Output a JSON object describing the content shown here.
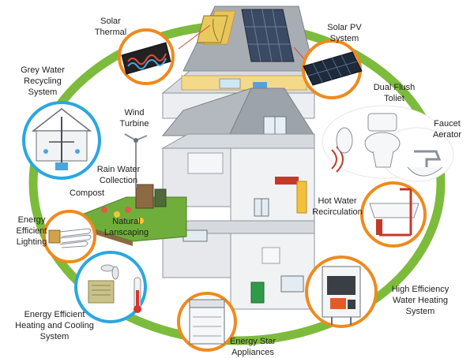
{
  "colors": {
    "ring": "#7dbb3c",
    "orange_circle": "#ef8a1e",
    "blue_circle": "#2aa7df",
    "wall": "#e4e6ea",
    "roof": "#9aa0a8",
    "grass": "#6fae3a"
  },
  "features": {
    "solar_thermal": {
      "label": "Solar\nThermal",
      "icon": "solar-thermal-collector-icon"
    },
    "solar_pv": {
      "label": "Solar PV\nSystem",
      "icon": "solar-panel-icon"
    },
    "grey_water": {
      "label": "Grey Water\nRecycling\nSystem",
      "icon": "grey-water-house-icon"
    },
    "wind_turbine": {
      "label": "Wind\nTurbine",
      "icon": "wind-turbine-icon"
    },
    "dual_flush": {
      "label": "Dual Flush\nToliet",
      "icon": "toilet-icon"
    },
    "faucet": {
      "label": "Faucet\nAerator",
      "icon": "faucet-icon"
    },
    "rain_water": {
      "label": "Rain Water\nCollection",
      "icon": "rain-barrel-icon"
    },
    "compost": {
      "label": "Compost",
      "icon": "compost-bin-icon"
    },
    "landscaping": {
      "label": "Natural\nLanscaping",
      "icon": "garden-icon"
    },
    "hot_water": {
      "label": "Hot Water\nRecirculation",
      "icon": "bathtub-pipe-icon"
    },
    "lighting": {
      "label": "Energy\nEfficient\nLighting",
      "icon": "cfl-bulb-icon"
    },
    "heating_cooling": {
      "label": "Energy Efficient\nHeating and Cooling\nSystem",
      "icon": "hvac-thermometer-icon"
    },
    "appliances": {
      "label": "Energy Star\nAppliances",
      "icon": "dishwasher-icon"
    },
    "water_heating": {
      "label": "High Efficiency\nWater Heating\nSystem",
      "icon": "water-heater-icon"
    }
  }
}
